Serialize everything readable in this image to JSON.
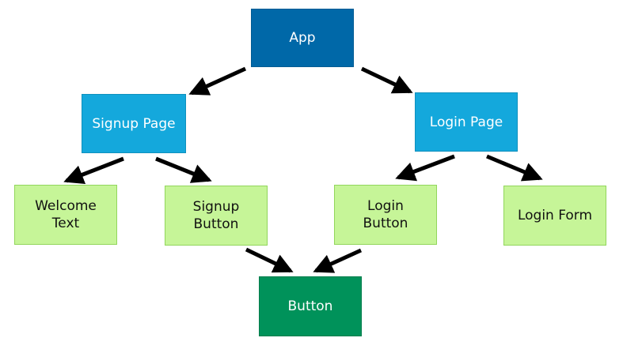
{
  "diagram": {
    "nodes": {
      "app": {
        "label": "App",
        "fill": "#0068a8"
      },
      "signup_page": {
        "label": "Signup Page",
        "fill": "#14a8dc"
      },
      "login_page": {
        "label": "Login Page",
        "fill": "#14a8dc"
      },
      "welcome_text": {
        "label": "Welcome\nText",
        "fill": "#c6f598"
      },
      "signup_button": {
        "label": "Signup\nButton",
        "fill": "#c6f598"
      },
      "login_button": {
        "label": "Login\nButton",
        "fill": "#c6f598"
      },
      "login_form": {
        "label": "Login Form",
        "fill": "#c6f598"
      },
      "button": {
        "label": "Button",
        "fill": "#00925a"
      }
    },
    "edges": [
      {
        "from": "app",
        "to": "signup_page"
      },
      {
        "from": "app",
        "to": "login_page"
      },
      {
        "from": "signup_page",
        "to": "welcome_text"
      },
      {
        "from": "signup_page",
        "to": "signup_button"
      },
      {
        "from": "login_page",
        "to": "login_button"
      },
      {
        "from": "login_page",
        "to": "login_form"
      },
      {
        "from": "signup_button",
        "to": "button"
      },
      {
        "from": "login_button",
        "to": "button"
      }
    ],
    "edge_color": "#000000"
  }
}
